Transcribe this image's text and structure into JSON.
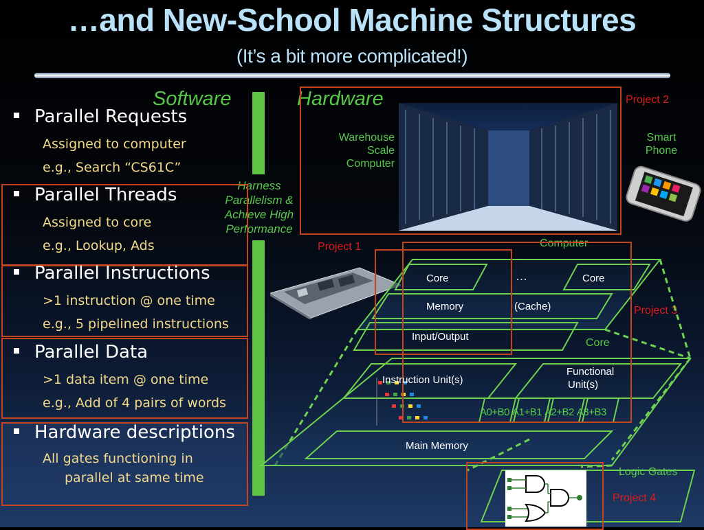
{
  "title": "…and New-School Machine Structures",
  "subtitle": "(It’s a bit more complicated!)",
  "software_label": "Software",
  "hardware_label": "Hardware",
  "harness_text": [
    "Harness",
    "Parallelism &",
    "Achieve High",
    "Performance"
  ],
  "bullets": [
    {
      "label": "Parallel Requests",
      "subs": [
        "Assigned to computer",
        "e.g., Search “CS61C”"
      ]
    },
    {
      "label": "Parallel Threads",
      "subs": [
        "Assigned to core",
        "e.g., Lookup, Ads"
      ]
    },
    {
      "label": "Parallel Instructions",
      "subs": [
        ">1 instruction @ one time",
        "e.g., 5 pipelined instructions"
      ]
    },
    {
      "label": "Parallel Data",
      "subs": [
        ">1 data item @ one time",
        "e.g., Add of 4 pairs of words"
      ]
    },
    {
      "label": "Hardware descriptions",
      "subs": [
        "All gates functioning in",
        "parallel at same time"
      ]
    }
  ],
  "warehouse_label": [
    "Warehouse",
    "Scale",
    "Computer"
  ],
  "smart_phone_label": [
    "Smart",
    "Phone"
  ],
  "projects": {
    "p1": "Project 1",
    "p2": "Project 2",
    "p3": "Project 3",
    "p4": "Project 4"
  },
  "computer_label": "Computer",
  "core_label": "Core",
  "core_left": "Core",
  "core_right": "Core",
  "ellipsis": "…",
  "memory_label": "Memory",
  "cache_label": "(Cache)",
  "io_label": "Input/Output",
  "instruction_unit": "Instruction Unit(s)",
  "functional_unit": [
    "Functional",
    "Unit(s)"
  ],
  "adders": [
    "A0+B0",
    "A1+B1",
    "A2+B2",
    "A3+B3"
  ],
  "main_memory": "Main Memory",
  "logic_gates": "Logic Gates",
  "colors": {
    "title": "#b9e2f9",
    "sub_text": "#f2d98a",
    "green": "#58c84a",
    "red_box": "#c2451e",
    "project_red": "#e01a1a"
  }
}
